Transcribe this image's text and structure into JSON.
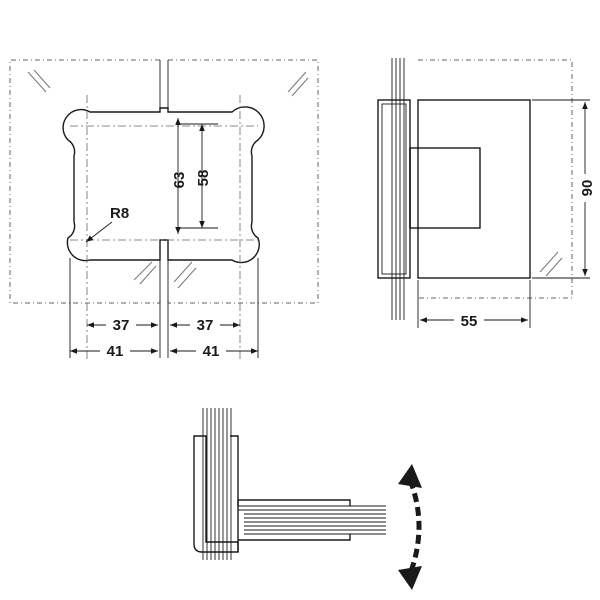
{
  "front_view": {
    "radius_label": "R8",
    "dim_height_outer": "63",
    "dim_height_inner": "58",
    "dim_left_inner": "37",
    "dim_right_inner": "37",
    "dim_left_outer": "41",
    "dim_right_outer": "41"
  },
  "side_view": {
    "dim_height": "90",
    "dim_depth": "55"
  },
  "top_view": {
    "rotation_arrow": "double-arrow-rotation-icon"
  }
}
